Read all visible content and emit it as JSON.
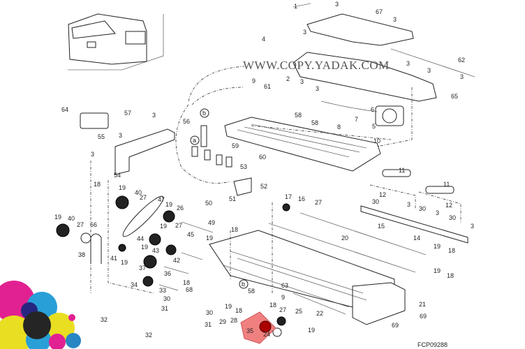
{
  "diagram": {
    "watermark": "WWW.COPY.YADAK.COM",
    "figure_code": "FCP09288",
    "circle_refs": [
      "b",
      "a",
      "b"
    ],
    "highlight_color": "#f08080",
    "labels": [
      "1",
      "3",
      "67",
      "3",
      "4",
      "3",
      "2",
      "62",
      "3",
      "3",
      "3",
      "3",
      "3",
      "65",
      "9",
      "61",
      "6",
      "58",
      "7",
      "58",
      "8",
      "5",
      "10",
      "64",
      "57",
      "3",
      "55",
      "3",
      "3",
      "56",
      "59",
      "60",
      "53",
      "52",
      "54",
      "51",
      "50",
      "11",
      "11",
      "12",
      "12",
      "30",
      "3",
      "30",
      "3",
      "30",
      "3",
      "14",
      "15",
      "17",
      "16",
      "27",
      "20",
      "19",
      "18",
      "19",
      "18",
      "18",
      "19",
      "40",
      "27",
      "47",
      "19",
      "40",
      "27",
      "66",
      "19",
      "26",
      "27",
      "49",
      "45",
      "19",
      "44",
      "19",
      "43",
      "41",
      "19",
      "38",
      "42",
      "37",
      "36",
      "18",
      "19",
      "18",
      "34",
      "33",
      "68",
      "30",
      "31",
      "32",
      "30",
      "31",
      "32",
      "19",
      "18",
      "29",
      "28",
      "35",
      "24",
      "18",
      "27",
      "25",
      "19",
      "63",
      "9",
      "22",
      "21",
      "69",
      "69",
      "58"
    ]
  }
}
